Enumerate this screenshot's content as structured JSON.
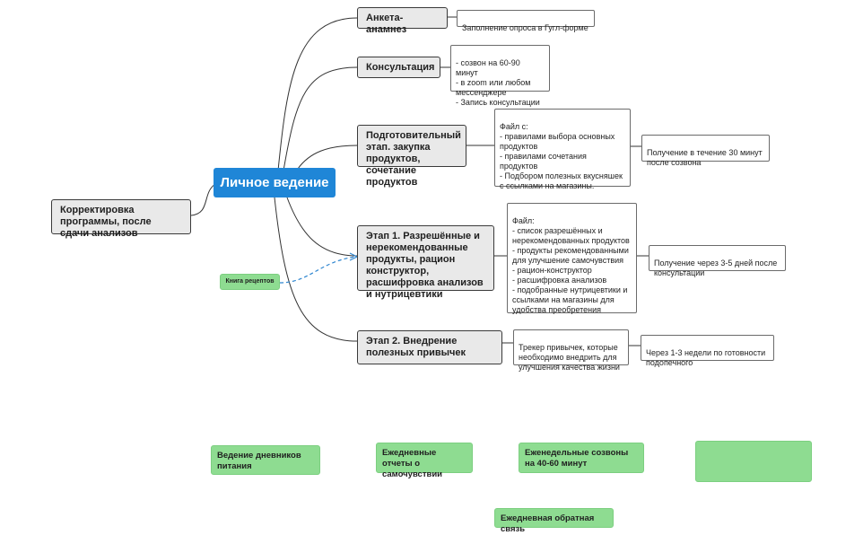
{
  "center": {
    "label": "Личное ведение"
  },
  "left_node": {
    "label": "Корректировка программы, после сдачи анализов"
  },
  "branches": [
    {
      "label": "Анкета-анамнез",
      "note": "Заполнение опроса в Гугл-форме"
    },
    {
      "label": "Консультация",
      "note": "- созвон на 60-90 минут\n- в zoom или любом мессенджере\n- Запись консультации"
    },
    {
      "label": "Подготовительный этап. закупка продуктов, сочетание продуктов",
      "note": "Файл с:\n- правилами выбора основных продуктов\n- правилами сочетания продуктов\n- Подбором полезных вкусняшек с ссылками на магазины.",
      "note2": "Получение в течение 30 минут после созвона"
    },
    {
      "label": "Этап 1. Разрешённые и нерекомендованные продукты, рацион конструктор, расшифровка анализов и нутрицевтики",
      "note": "Файл:\n- список разрешённых и нерекомендованных продуктов\n- продукты рекомендованными для улучшение самочувствия\n- рацион-конструктор\n- расшифровка анализов\n- подобранные нутрицевтики и ссылками на магазины для удобства преобретения",
      "note2": "Получение  через 3-5 дней после консультации"
    },
    {
      "label": "Этап 2. Внедрение полезных привычек",
      "note": "  Трекер привычек, которые необходимо внедрить для улучшения качества жизни",
      "note2": "Через 1-3 недели по готовности подопечного"
    }
  ],
  "recipe_book": {
    "label": "Книга рецептов"
  },
  "services": [
    {
      "label": "Ведение дневников питания"
    },
    {
      "label": "Ежедневные отчеты о самочувствии"
    },
    {
      "label": "Еженедельные созвоны на 40-60 минут"
    },
    {
      "label": ""
    },
    {
      "label": "Ежедневная обратная связь"
    }
  ],
  "colors": {
    "center": "#1f86d7",
    "green": "#8edc91",
    "node_bg": "#e9e9e9",
    "dashed_link": "#2f86d0"
  }
}
